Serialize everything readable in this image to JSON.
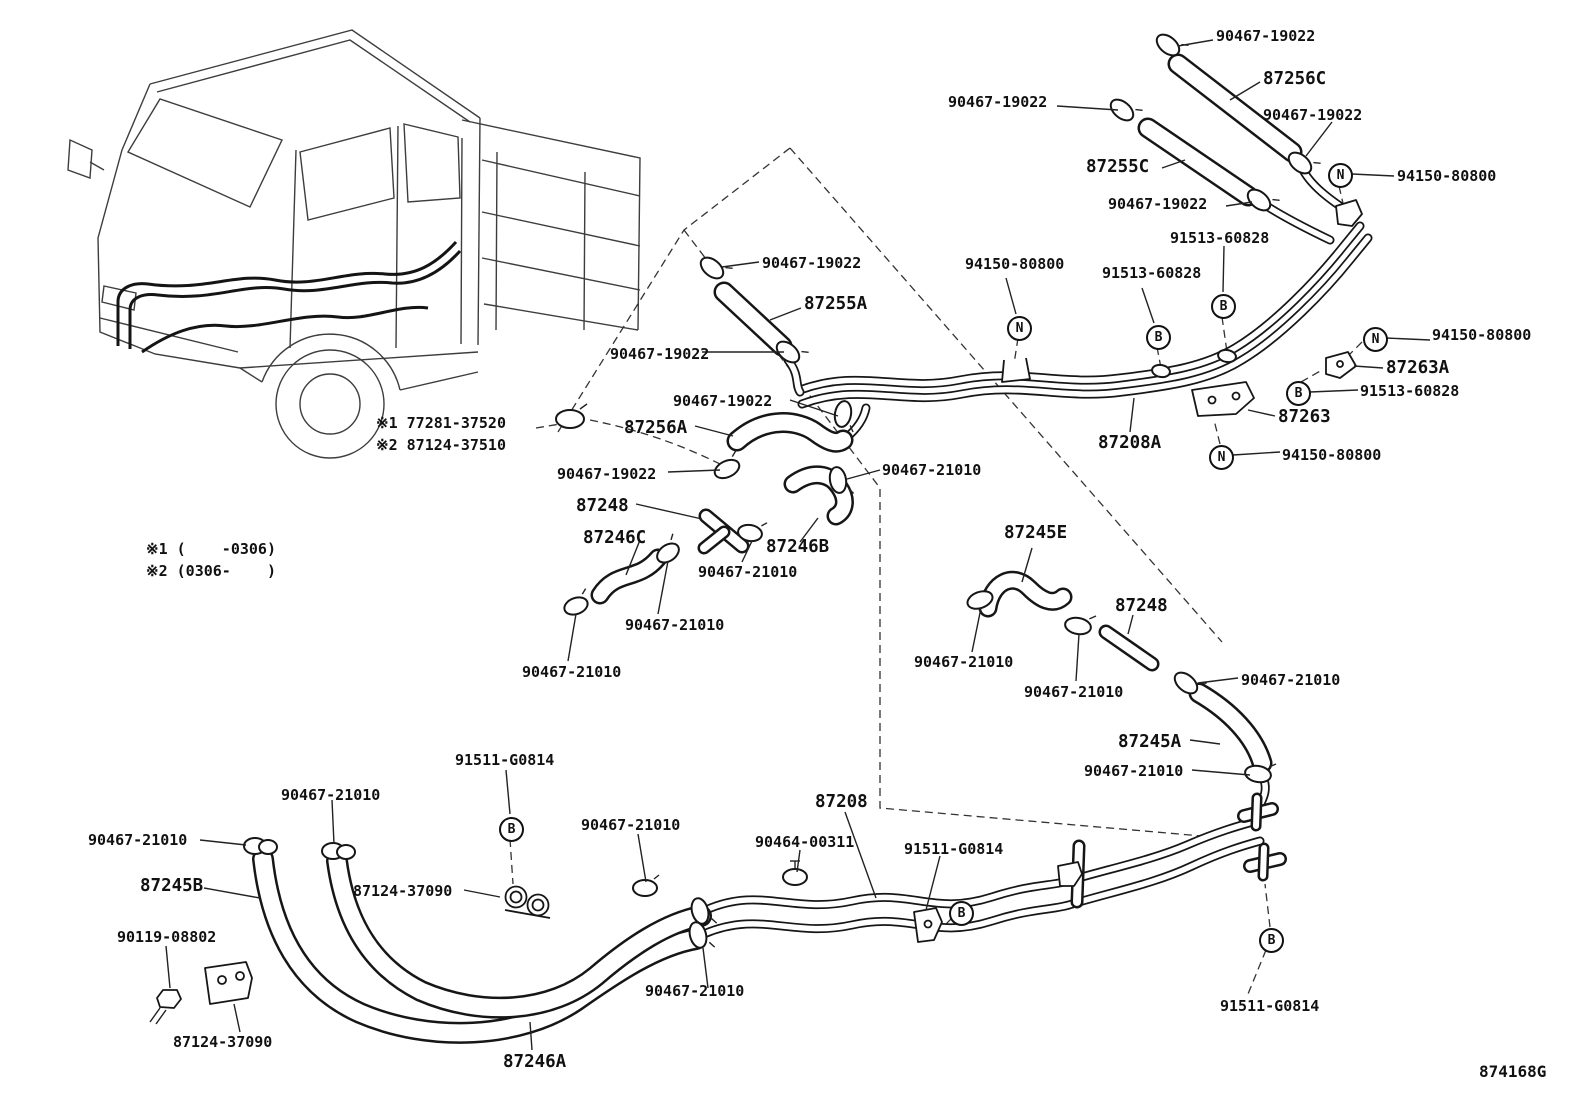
{
  "diagram": {
    "code": "874168G",
    "notes": {
      "note1": "※1 (    -0306)",
      "note2": "※2 (0306-    )"
    },
    "labels": [
      {
        "text": "90467-19022"
      },
      {
        "text": "87256C"
      },
      {
        "text": "90467-19022"
      },
      {
        "text": "90467-19022"
      },
      {
        "text": "87255C"
      },
      {
        "text": "94150-80800"
      },
      {
        "text": "90467-19022"
      },
      {
        "text": "91513-60828"
      },
      {
        "text": "94150-80800"
      },
      {
        "text": "91513-60828"
      },
      {
        "text": "94150-80800"
      },
      {
        "text": "87263A"
      },
      {
        "text": "91513-60828"
      },
      {
        "text": "87263"
      },
      {
        "text": "87208A"
      },
      {
        "text": "94150-80800"
      },
      {
        "text": "90467-19022"
      },
      {
        "text": "87255A"
      },
      {
        "text": "90467-19022"
      },
      {
        "text": "90467-19022"
      },
      {
        "text": "※1 77281-37520"
      },
      {
        "text": "※2 87124-37510"
      },
      {
        "text": "87256A"
      },
      {
        "text": "90467-19022"
      },
      {
        "text": "90467-21010"
      },
      {
        "text": "87248"
      },
      {
        "text": "87246C"
      },
      {
        "text": "87246B"
      },
      {
        "text": "90467-21010"
      },
      {
        "text": "90467-21010"
      },
      {
        "text": "90467-21010"
      },
      {
        "text": "87245E"
      },
      {
        "text": "87248"
      },
      {
        "text": "90467-21010"
      },
      {
        "text": "90467-21010"
      },
      {
        "text": "90467-21010"
      },
      {
        "text": "87245A"
      },
      {
        "text": "90467-21010"
      },
      {
        "text": "91511-G0814"
      },
      {
        "text": "90467-21010"
      },
      {
        "text": "90467-21010"
      },
      {
        "text": "87208"
      },
      {
        "text": "90464-00311"
      },
      {
        "text": "91511-G0814"
      },
      {
        "text": "90467-21010"
      },
      {
        "text": "87245B"
      },
      {
        "text": "87124-37090"
      },
      {
        "text": "90119-08802"
      },
      {
        "text": "90467-21010"
      },
      {
        "text": "87124-37090"
      },
      {
        "text": "87246A"
      },
      {
        "text": "91511-G0814"
      }
    ],
    "callouts": [
      {
        "letter": "N"
      },
      {
        "letter": "B"
      },
      {
        "letter": "N"
      },
      {
        "letter": "B"
      },
      {
        "letter": "N"
      },
      {
        "letter": "B"
      },
      {
        "letter": "N"
      },
      {
        "letter": "B"
      },
      {
        "letter": "B"
      },
      {
        "letter": "B"
      }
    ]
  }
}
